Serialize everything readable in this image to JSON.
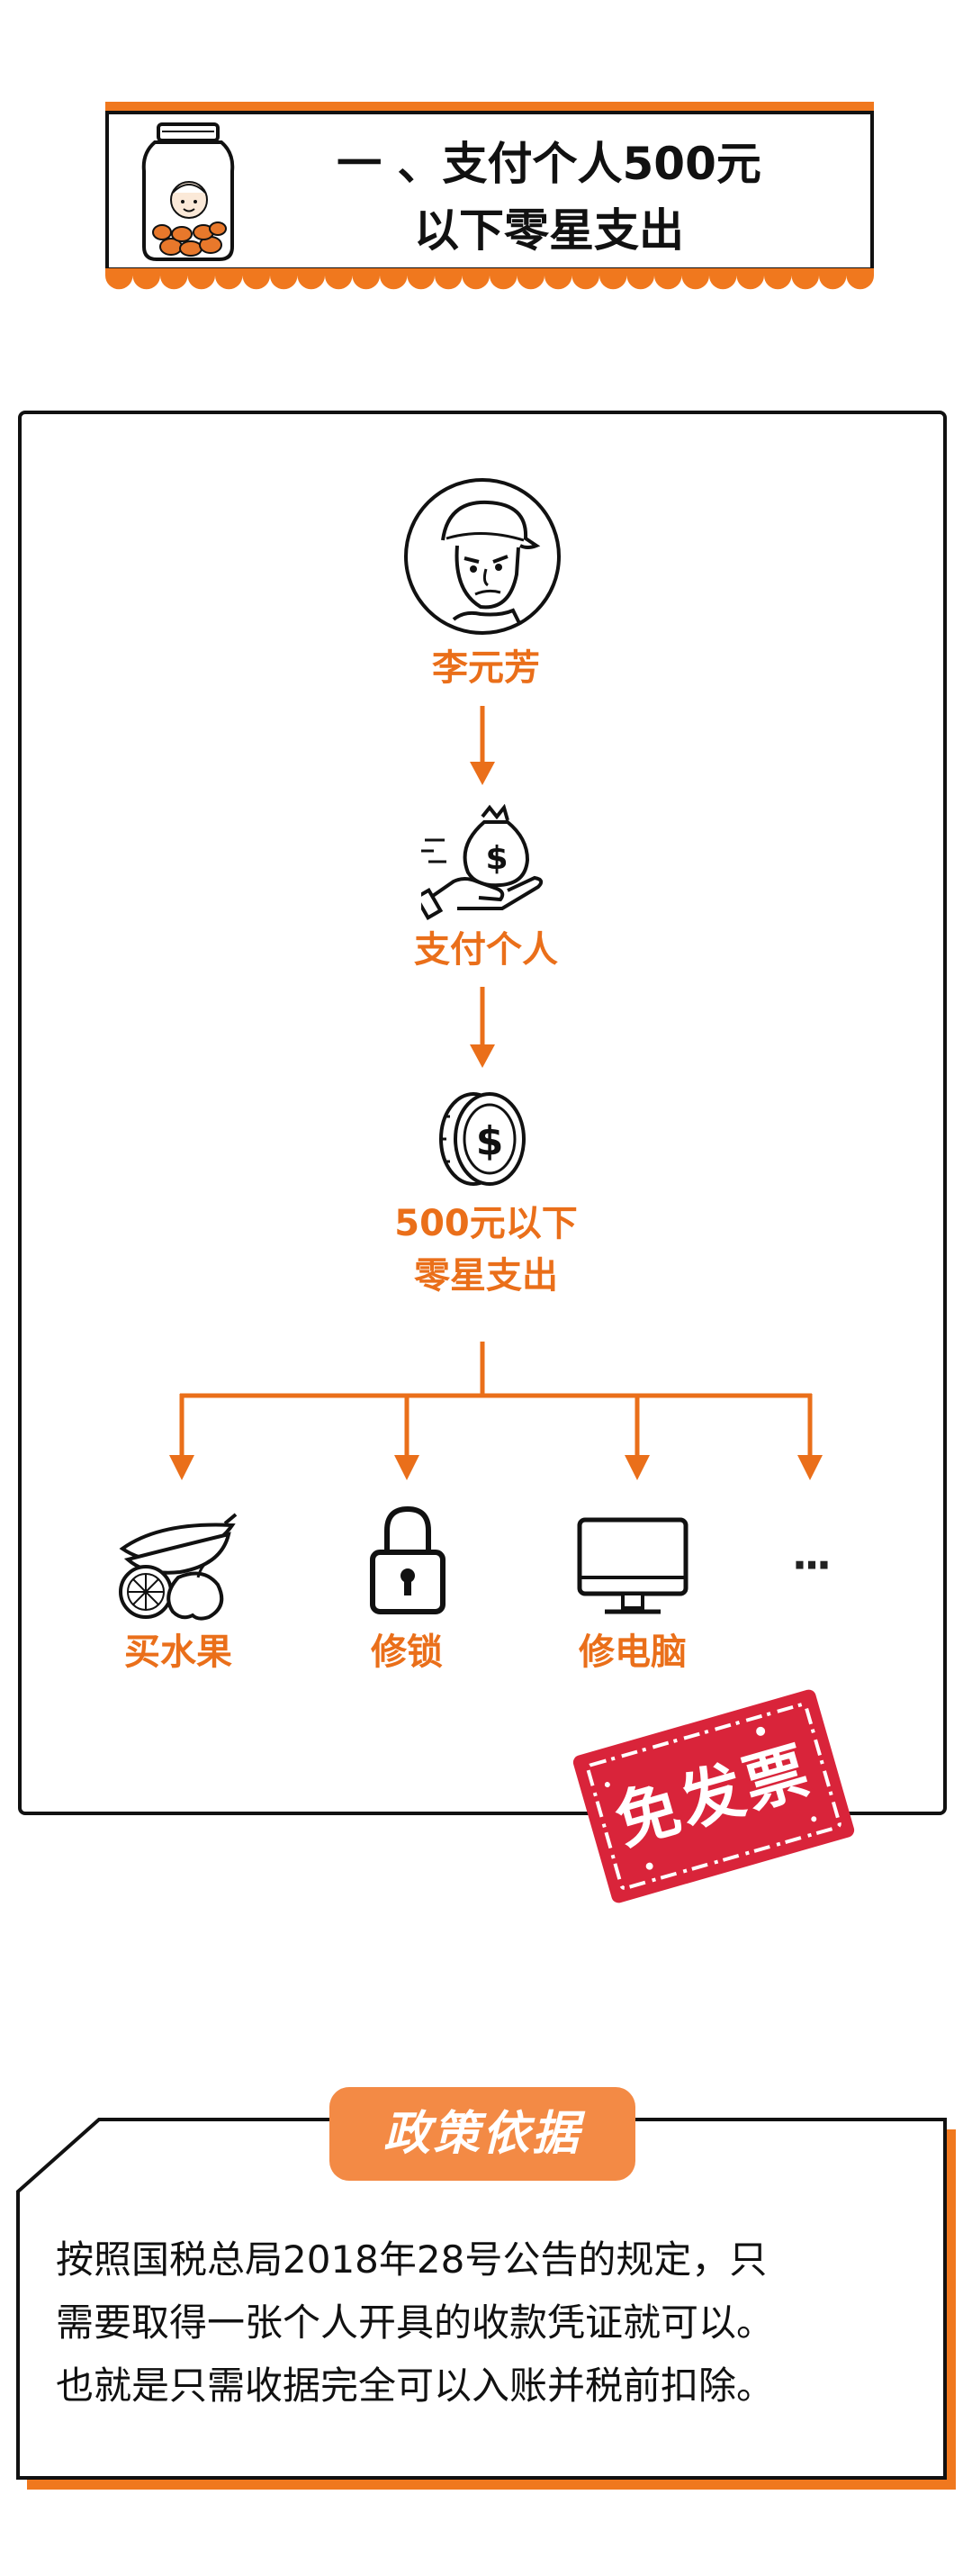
{
  "header": {
    "title_line1": "一 、支付个人500元",
    "title_line2": "以下零星支出"
  },
  "flow": {
    "person_label": "李元芳",
    "payment_label": "支付个人",
    "amount_label_line1": "500元以下",
    "amount_label_line2": "零星支出",
    "items": [
      {
        "label": "买水果",
        "icon": "fruit-icon"
      },
      {
        "label": "修锁",
        "icon": "padlock-icon"
      },
      {
        "label": "修电脑",
        "icon": "monitor-icon"
      },
      {
        "label": "",
        "icon": "ellipsis-icon"
      }
    ],
    "more_symbol": "···"
  },
  "stamp": {
    "text": "免发票"
  },
  "policy": {
    "title": "政策依据",
    "lines": [
      "按照国税总局2018年28号公告的规定，只",
      "需要取得一张个人开具的收款凭证就可以。",
      "也就是只需收据完全可以入账并税前扣除。"
    ]
  },
  "colors": {
    "accent": "#f0781e",
    "label": "#ea6f1a",
    "stamp": "#d9243a",
    "pill": "#f38a45"
  }
}
